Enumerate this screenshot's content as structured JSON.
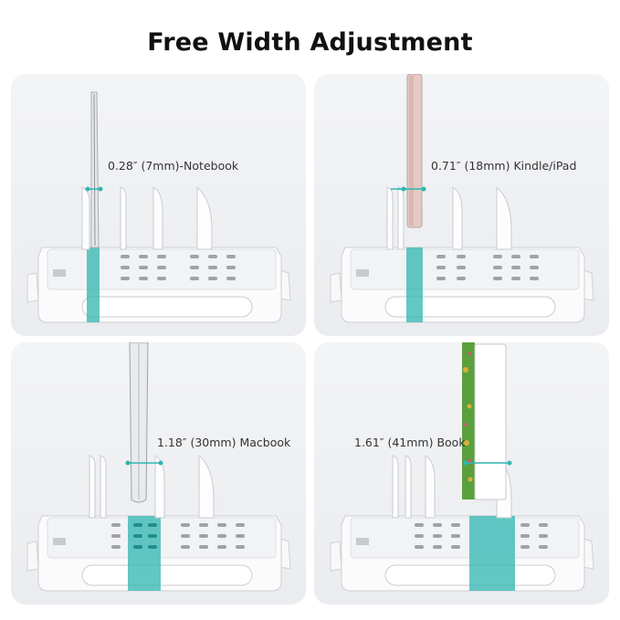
{
  "title": "Free Width Adjustment",
  "panels": [
    {
      "label": "0.28″ (7mm)-Notebook"
    },
    {
      "label": "0.71″ (18mm) Kindle/iPad"
    },
    {
      "label": "1.18″ (30mm) Macbook"
    },
    {
      "label": "1.61″ (41mm) Book"
    }
  ],
  "colors": {
    "accent": "#2fb6b0",
    "panel_bg": "#eef0f2",
    "dock": "#fafbfc"
  }
}
